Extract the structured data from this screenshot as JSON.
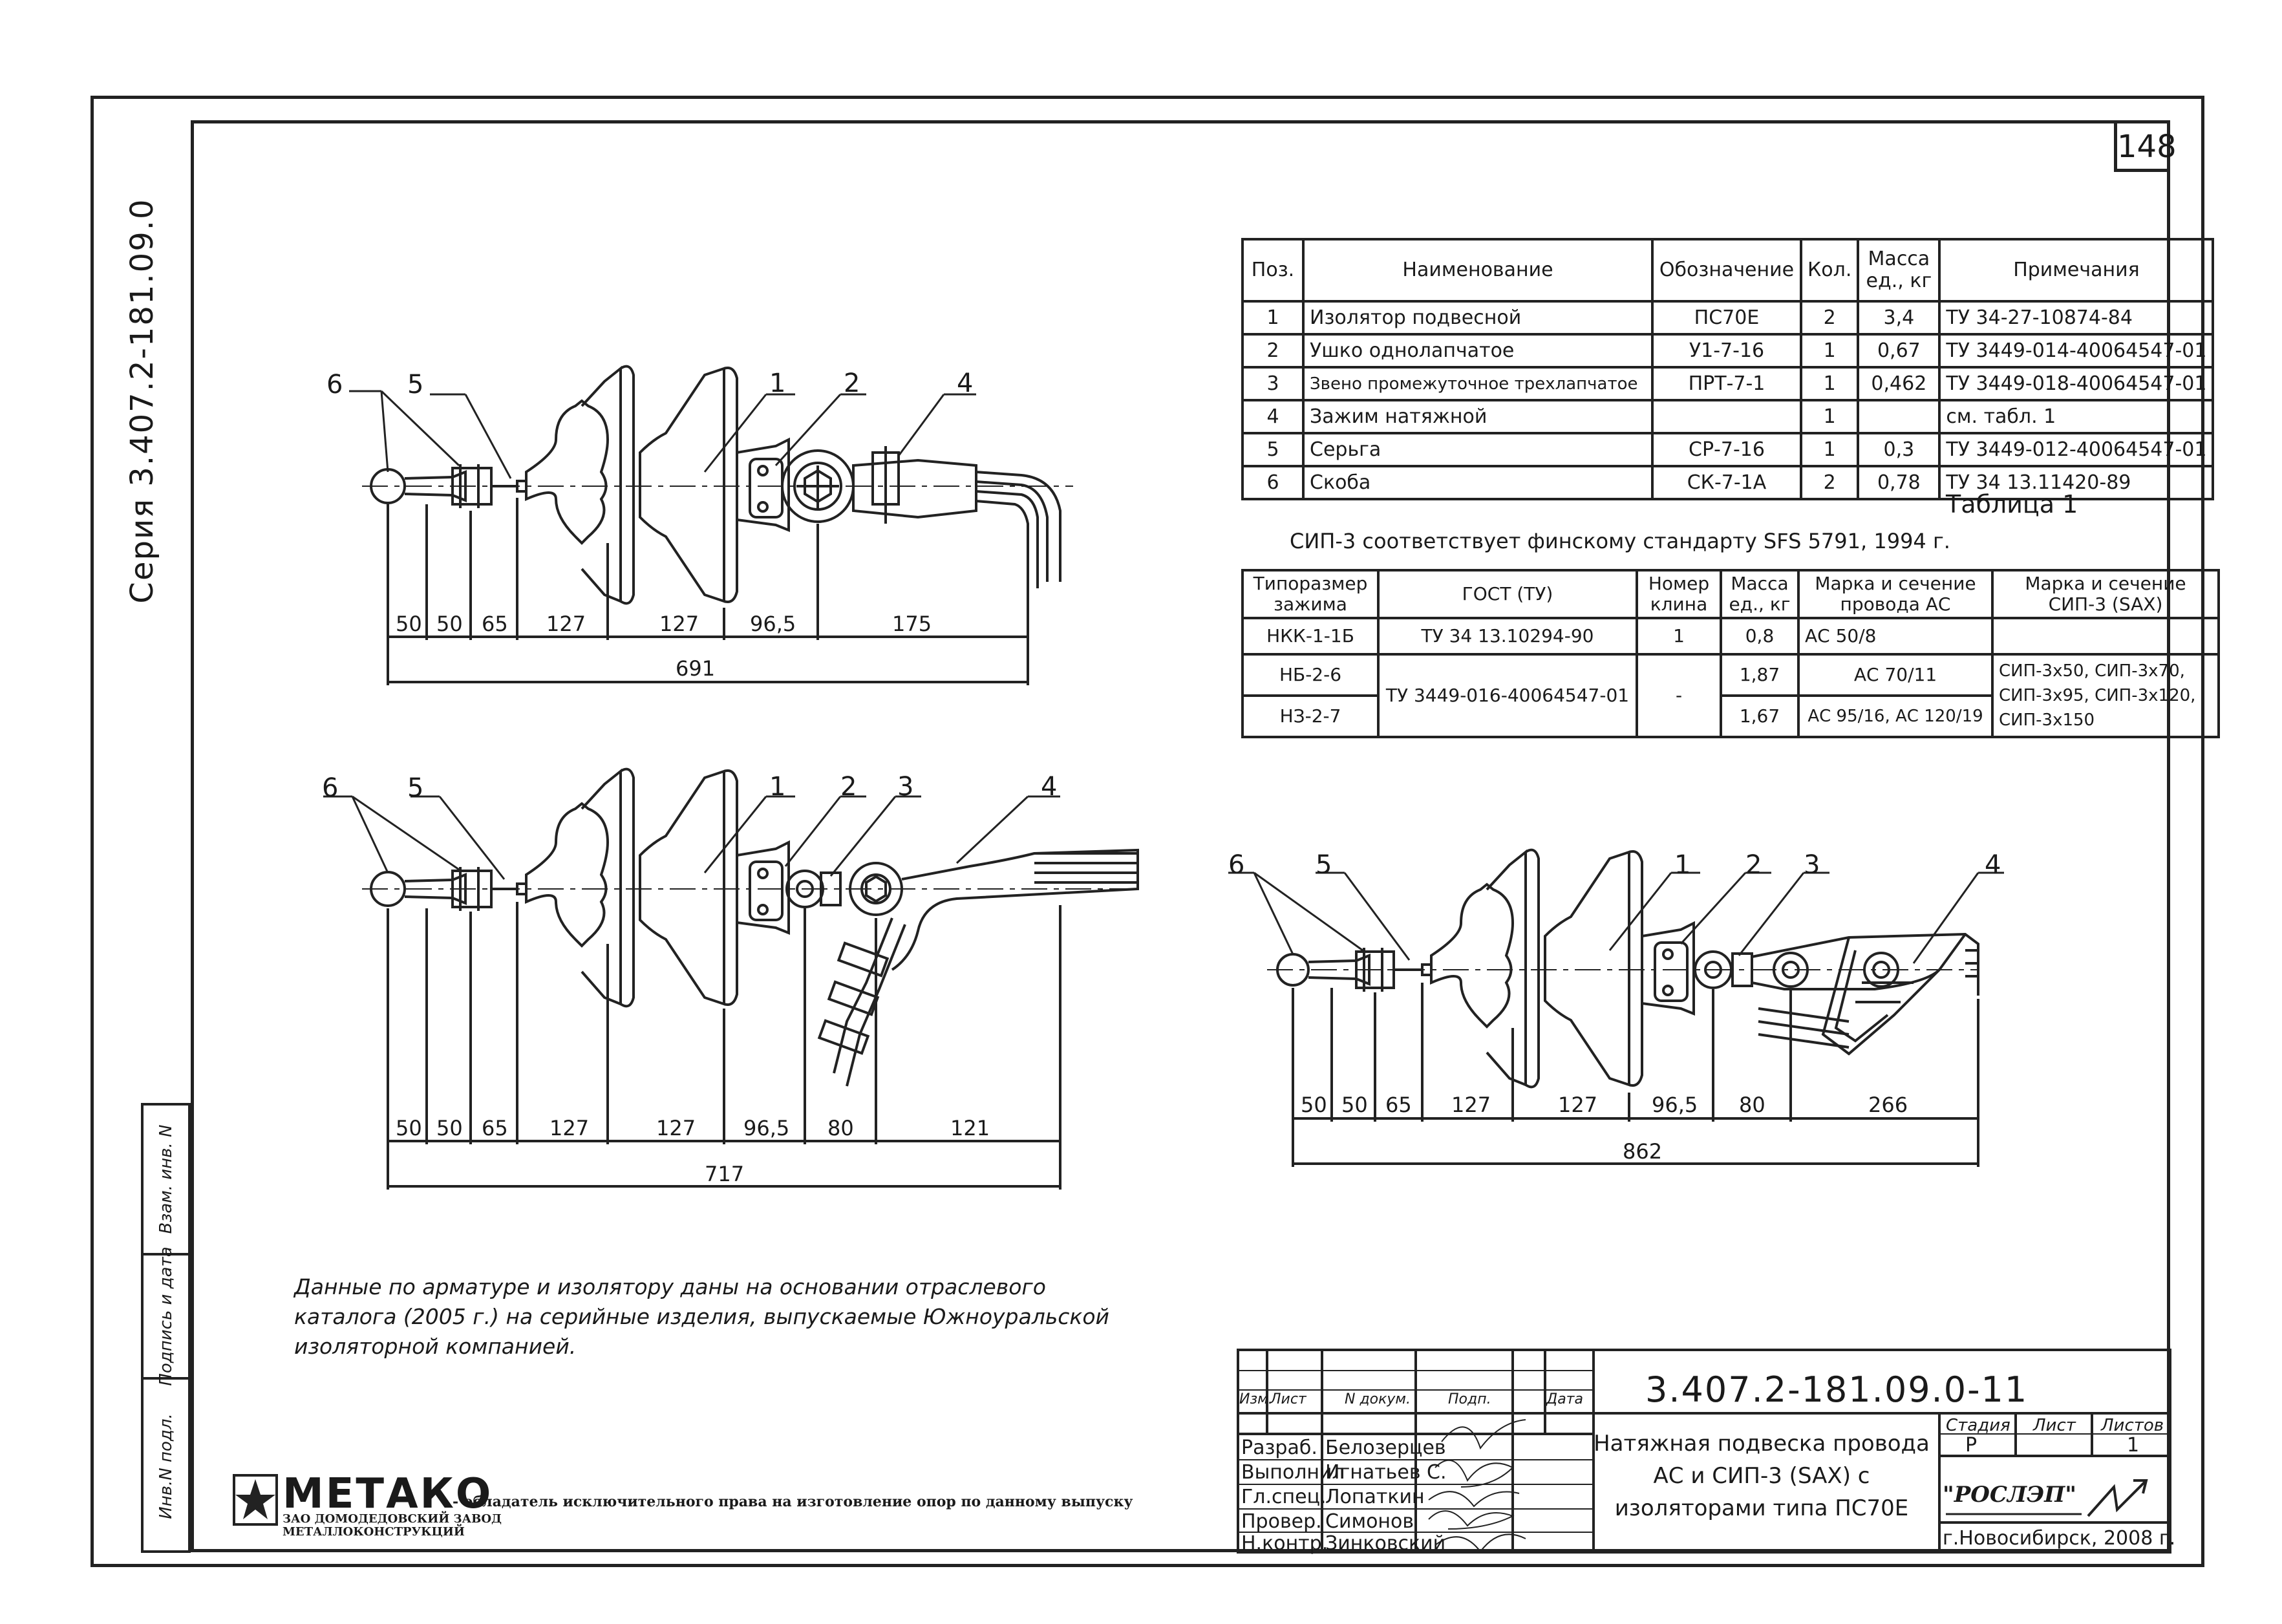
{
  "sheet_number": "148",
  "series_label": "Серия 3.407.2-181.09.0",
  "spec_table": {
    "headers": [
      "Поз.",
      "Наименование",
      "Обозначение",
      "Кол.",
      "Масса ед., кг",
      "Примечания"
    ],
    "rows": [
      [
        "1",
        "Изолятор подвесной",
        "ПС70Е",
        "2",
        "3,4",
        "ТУ 34-27-10874-84"
      ],
      [
        "2",
        "Ушко однолапчатое",
        "У1-7-16",
        "1",
        "0,67",
        "ТУ 3449-014-40064547-01"
      ],
      [
        "3",
        "Звено промежуточное трехлапчатое",
        "ПРТ-7-1",
        "1",
        "0,462",
        "ТУ 3449-018-40064547-01"
      ],
      [
        "4",
        "Зажим натяжной",
        "",
        "1",
        "",
        "см. табл. 1"
      ],
      [
        "5",
        "Серьга",
        "СР-7-16",
        "1",
        "0,3",
        "ТУ 3449-012-40064547-01"
      ],
      [
        "6",
        "Скоба",
        "СК-7-1А",
        "2",
        "0,78",
        "ТУ 34 13.11420-89"
      ]
    ]
  },
  "table1_label": "Таблица 1",
  "standard_note": "СИП-3 соответствует финскому стандарту SFS 5791, 1994 г.",
  "wire_table": {
    "headers": [
      "Типоразмер зажима",
      "ГОСТ (ТУ)",
      "Номер клина",
      "Масса ед., кг",
      "Марка и сечение провода АС",
      "Марка и сечение СИП-3 (SAX)"
    ],
    "row1": [
      "НКК-1-1Б",
      "ТУ 34 13.10294-90",
      "1",
      "0,8",
      "АС 50/8",
      ""
    ],
    "row2": [
      "НБ-2-6",
      "ТУ 3449-016-40064547-01",
      "-",
      "1,87",
      "АС 70/11",
      "СИП-3х50, СИП-3х70, СИП-3х95, СИП-3х120, СИП-3х150"
    ],
    "row3": [
      "НЗ-2-7",
      "",
      "",
      "1,67",
      "АС 95/16, АС 120/19",
      ""
    ]
  },
  "drawing1": {
    "labels": [
      "6",
      "5",
      "1",
      "2",
      "4"
    ],
    "dims": [
      "50",
      "50",
      "65",
      "127",
      "127",
      "96,5",
      "175"
    ],
    "total": "691"
  },
  "drawing2": {
    "labels": [
      "6",
      "5",
      "1",
      "2",
      "3",
      "4"
    ],
    "dims": [
      "50",
      "50",
      "65",
      "127",
      "127",
      "96,5",
      "80",
      "121"
    ],
    "total": "717"
  },
  "drawing3": {
    "labels": [
      "6",
      "5",
      "1",
      "2",
      "3",
      "4"
    ],
    "dims": [
      "50",
      "50",
      "65",
      "127",
      "127",
      "96,5",
      "80",
      "266"
    ],
    "total": "862"
  },
  "note_text": "Данные по арматуре и изолятору даны на основании отраслевого каталога (2005 г.) на серийные изделия, выпускаемые Южноуральской изоляторной компанией.",
  "title_block": {
    "code": "3.407.2-181.09.0-11",
    "col_headers": [
      "Изм.",
      "Лист",
      "N докум.",
      "Подп.",
      "Дата"
    ],
    "people": [
      [
        "Разраб.",
        "Белозерцев"
      ],
      [
        "Выполнил",
        "Игнатьев С."
      ],
      [
        "Гл.спец.",
        "Лопаткин"
      ],
      [
        "Провер.",
        "Симонов"
      ],
      [
        "Н.контр.",
        "Зинковский"
      ]
    ],
    "title": "Натяжная подвеска провода АС и СИП-3 (SAX) с изоляторами типа ПС70Е",
    "stage_headers": [
      "Стадия",
      "Лист",
      "Листов"
    ],
    "stage_values": [
      "Р",
      "",
      "1"
    ],
    "org": "\"РОСЛЭП\"",
    "city": "г.Новосибирск, 2008 г."
  },
  "side_strip": [
    "Инв.N подл.",
    "Подпись и дата",
    "Взам. инв. N"
  ],
  "logo": {
    "name": "МЕТАКО",
    "sub1": "ЗАО ДОМОДЕДОВСКИЙ ЗАВОД",
    "sub2": "МЕТАЛЛОКОНСТРУКЦИЙ",
    "right_text": "- обладатель исключительного права на изготовление опор по данному выпуску"
  }
}
